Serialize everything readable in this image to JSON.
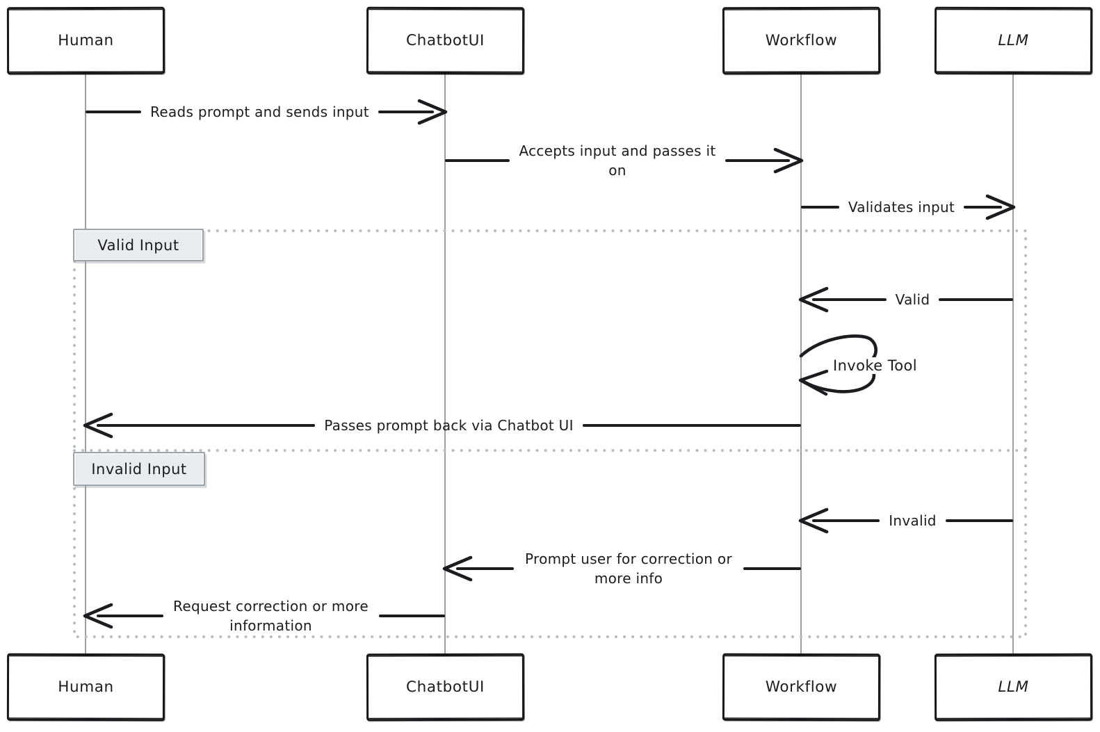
{
  "actors": [
    {
      "id": "human",
      "label": "Human"
    },
    {
      "id": "chatbotui",
      "label": "ChatbotUI"
    },
    {
      "id": "workflow",
      "label": "Workflow"
    },
    {
      "id": "llm",
      "label": "LLM"
    }
  ],
  "messages": [
    {
      "from": "Human",
      "to": "ChatbotUI",
      "direction": "right",
      "label": "Reads prompt and sends input"
    },
    {
      "from": "ChatbotUI",
      "to": "Workflow",
      "direction": "right",
      "label": "Accepts input and passes it on"
    },
    {
      "from": "Workflow",
      "to": "LLM",
      "direction": "right",
      "label": "Validates input"
    },
    {
      "from": "LLM",
      "to": "Workflow",
      "direction": "left",
      "label": "Valid"
    },
    {
      "from": "Workflow",
      "to": "Workflow",
      "direction": "self",
      "label": "Invoke Tool"
    },
    {
      "from": "Workflow",
      "to": "Human",
      "direction": "left",
      "label": "Passes prompt back via Chatbot UI"
    },
    {
      "from": "LLM",
      "to": "Workflow",
      "direction": "left",
      "label": "Invalid"
    },
    {
      "from": "Workflow",
      "to": "ChatbotUI",
      "direction": "left",
      "label": "Prompt user for correction or more info"
    },
    {
      "from": "ChatbotUI",
      "to": "Human",
      "direction": "left",
      "label": "Request correction or more information"
    }
  ],
  "frames": [
    {
      "label": "Valid Input"
    },
    {
      "label": "Invalid Input"
    }
  ],
  "colors": {
    "background": "#ffffff",
    "stroke": "#1b1b20",
    "lifeline": "#9d9d9d",
    "frame_border": "#b5bdc5",
    "frame_label_bg": "#e8ecef",
    "frame_label_border": "#9aa4ac"
  }
}
